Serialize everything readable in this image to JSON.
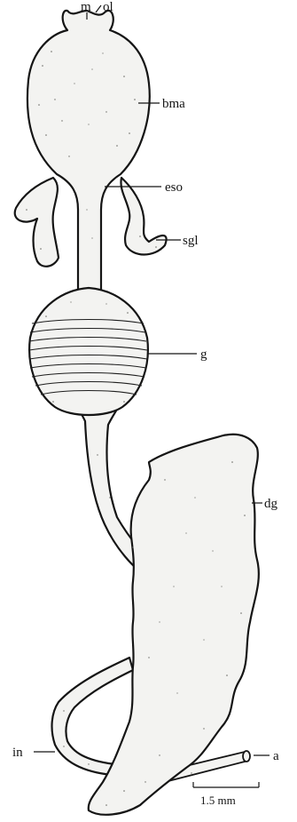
{
  "labels": {
    "m": "m",
    "ol": "ol",
    "bma": "bma",
    "eso": "eso",
    "sgl": "sgl",
    "g": "g",
    "dg": "dg",
    "in": "in",
    "a": "a"
  },
  "scale_bar": {
    "text": "1.5 mm"
  },
  "colors": {
    "ink": "#151515",
    "organ_fill": "#f3f3f1"
  }
}
